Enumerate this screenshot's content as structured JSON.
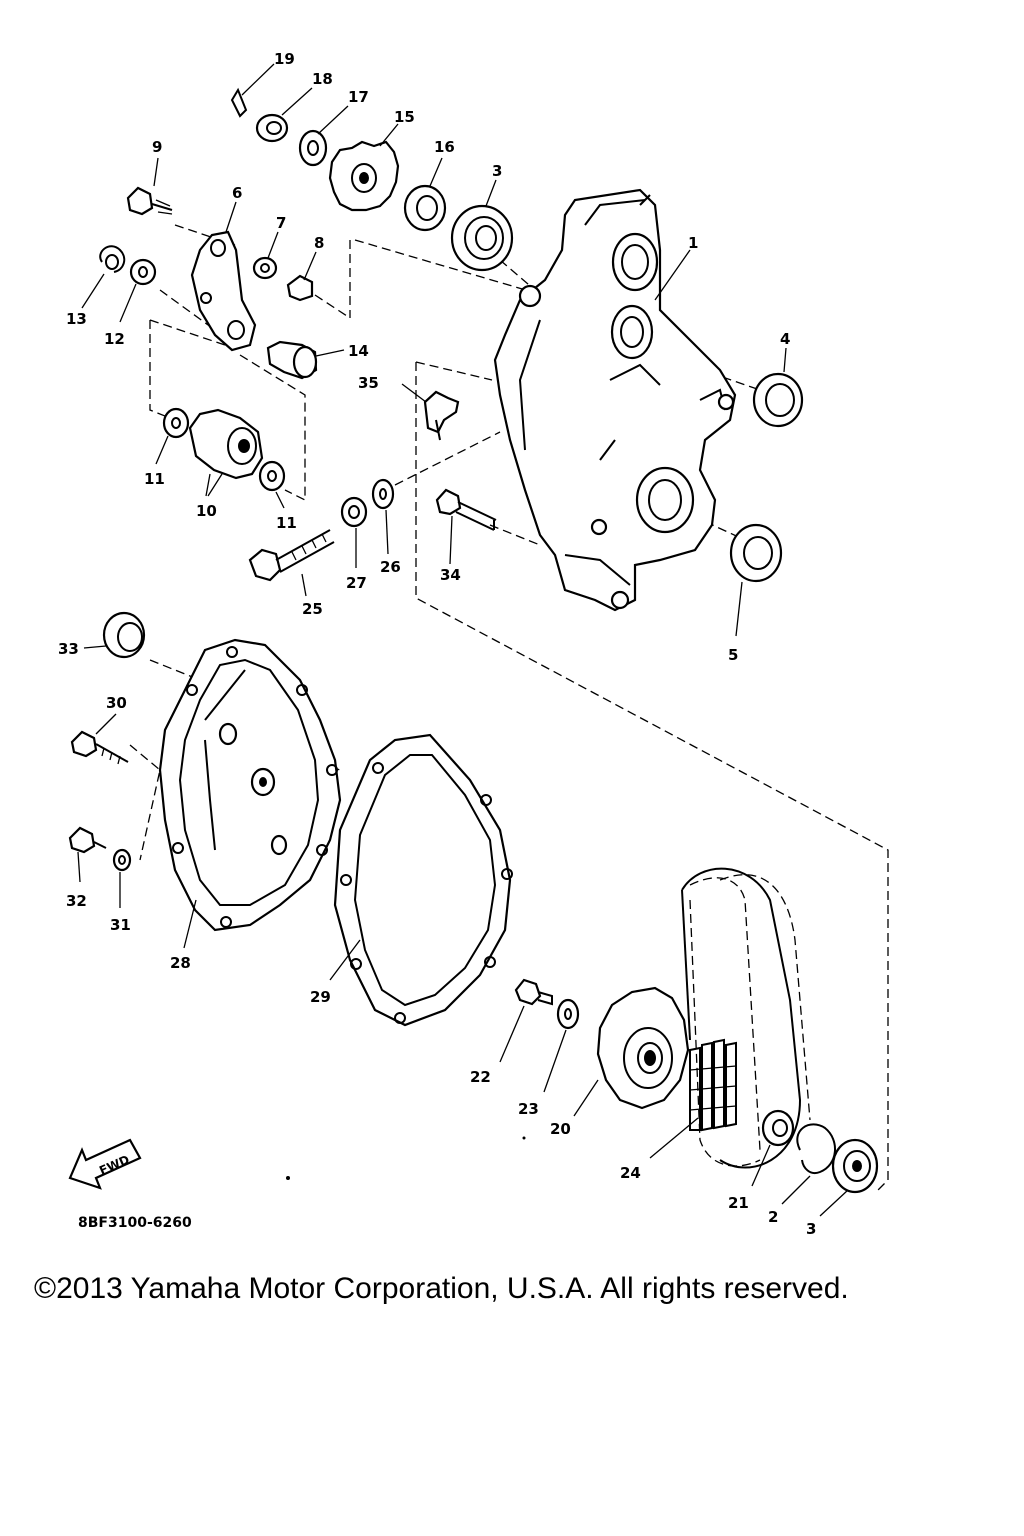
{
  "diagram": {
    "part_code": "8BF3100-6260",
    "fwd_label": "FWD",
    "callouts": [
      {
        "id": "c19",
        "label": "19"
      },
      {
        "id": "c18",
        "label": "18"
      },
      {
        "id": "c17",
        "label": "17"
      },
      {
        "id": "c15",
        "label": "15"
      },
      {
        "id": "c16",
        "label": "16"
      },
      {
        "id": "c3a",
        "label": "3"
      },
      {
        "id": "c9",
        "label": "9"
      },
      {
        "id": "c6",
        "label": "6"
      },
      {
        "id": "c7",
        "label": "7"
      },
      {
        "id": "c8",
        "label": "8"
      },
      {
        "id": "c1",
        "label": "1"
      },
      {
        "id": "c13",
        "label": "13"
      },
      {
        "id": "c12",
        "label": "12"
      },
      {
        "id": "c14",
        "label": "14"
      },
      {
        "id": "c35",
        "label": "35"
      },
      {
        "id": "c4",
        "label": "4"
      },
      {
        "id": "c11a",
        "label": "11"
      },
      {
        "id": "c10",
        "label": "10"
      },
      {
        "id": "c11b",
        "label": "11"
      },
      {
        "id": "c25",
        "label": "25"
      },
      {
        "id": "c27",
        "label": "27"
      },
      {
        "id": "c26",
        "label": "26"
      },
      {
        "id": "c34",
        "label": "34"
      },
      {
        "id": "c5",
        "label": "5"
      },
      {
        "id": "c33",
        "label": "33"
      },
      {
        "id": "c30",
        "label": "30"
      },
      {
        "id": "c32",
        "label": "32"
      },
      {
        "id": "c31",
        "label": "31"
      },
      {
        "id": "c28",
        "label": "28"
      },
      {
        "id": "c29",
        "label": "29"
      },
      {
        "id": "c22",
        "label": "22"
      },
      {
        "id": "c23",
        "label": "23"
      },
      {
        "id": "c20",
        "label": "20"
      },
      {
        "id": "c24",
        "label": "24"
      },
      {
        "id": "c21",
        "label": "21"
      },
      {
        "id": "c2",
        "label": "2"
      },
      {
        "id": "c3b",
        "label": "3"
      }
    ]
  },
  "copyright": "©2013 Yamaha Motor Corporation, U.S.A. All rights reserved."
}
